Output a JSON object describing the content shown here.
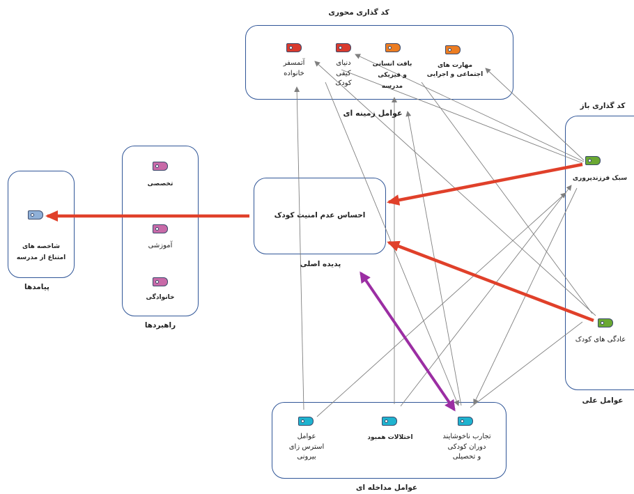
{
  "headings": {
    "axial_coding": "کد گذاری محوری",
    "open_coding": "کد گذاری باز",
    "context": "عوامل زمینه ای",
    "core": "پدیده اصلی",
    "strategies": "راهبردها",
    "outcomes": "پیامدها",
    "causal": "عوامل علی",
    "intervening": "عوامل مداخله ای"
  },
  "context_items": {
    "social_skills": "مهارت های\nاجتماعی و اجرایی",
    "human_fabric": "بافت انسانی\nو فیزیکی\nمدرسه",
    "child_world": "دنیای\nکیفی\nکودک",
    "family_crisis": "آتمسفر\nخانواده"
  },
  "core_label": "احساس عدم امنیت کودک",
  "strategy_items": {
    "specialized": "تخصصی",
    "educational": "آموزشی",
    "family": "خانوادگی"
  },
  "outcome_item": "شاخصه های\nامتناع از مدرسه",
  "causal_items": {
    "parenting": "سبک فرزندپروری",
    "child_habits": "عادگی های کودک"
  },
  "intervening_items": {
    "external_stress": "عوامل\nاسترس زای\nبیرونی",
    "comorbid": "اختلالات همبود",
    "childhood_exp": "تجارب ناخوشایند\nدوران کودکی\nو تحصیلی"
  },
  "colors": {
    "border": "#2f5597",
    "red_arrow": "#e0402a",
    "purple_arrow": "#9b2ea3",
    "gray_arrow": "#7f7f7f",
    "tag_red": "#d93a2e",
    "tag_orange": "#ec7d22",
    "tag_pink": "#c86aa8",
    "tag_green": "#6aa832",
    "tag_cyan": "#1fb3cf",
    "tag_blue": "#8fb0d8"
  }
}
